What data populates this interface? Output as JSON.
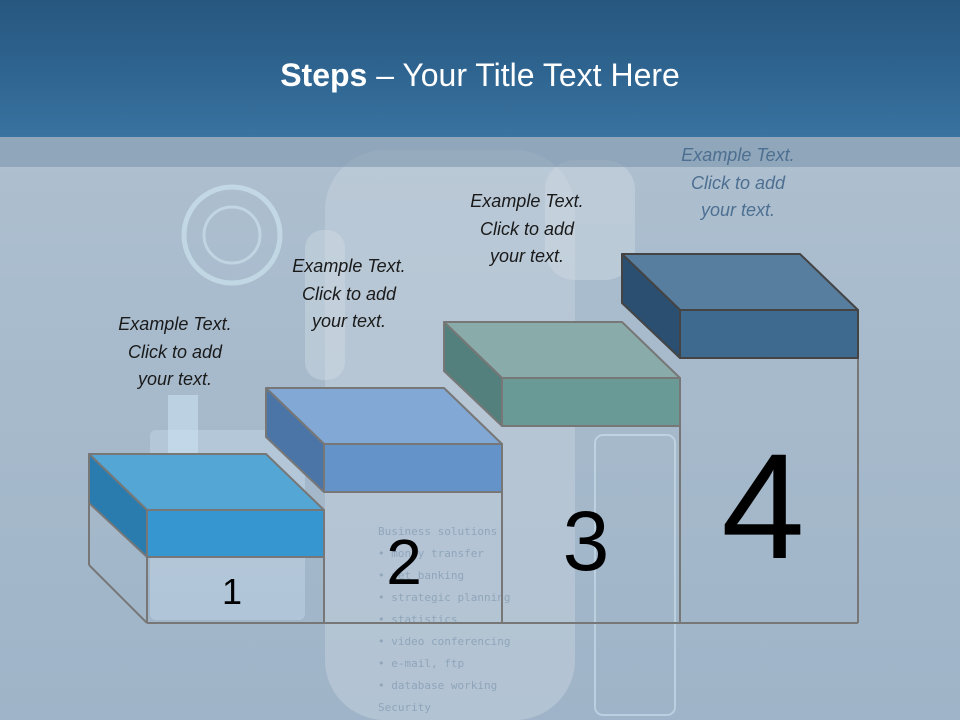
{
  "slide": {
    "title_bold": "Steps",
    "title_rest": " – Your Title Text Here"
  },
  "steps": [
    {
      "number": "1",
      "label_lines": [
        "Example Text.",
        "Click  to add",
        "your text."
      ],
      "colors": {
        "top": "#54a6d4",
        "front": "#3696cf",
        "side": "#2a7cae"
      }
    },
    {
      "number": "2",
      "label_lines": [
        "Example Text.",
        "Click  to add",
        "your text."
      ],
      "colors": {
        "top": "#82a9d6",
        "front": "#6393c8",
        "side": "#4b75a6"
      }
    },
    {
      "number": "3",
      "label_lines": [
        "Example Text.",
        "Click  to add",
        "your text."
      ],
      "colors": {
        "top": "#89acaa",
        "front": "#6a9a96",
        "side": "#53807c"
      }
    },
    {
      "number": "4",
      "label_lines": [
        "Example Text.",
        "Click  to add",
        "your text."
      ],
      "colors": {
        "top": "#577d9f",
        "front": "#3f6a90",
        "side": "#2b4f70"
      }
    }
  ],
  "bg_text": [
    "Business solutions",
    "money transfer",
    "net banking",
    "strategic planning",
    "statistics",
    "video conferencing",
    "e-mail, ftp",
    "database working",
    "Security"
  ],
  "colors": {
    "header": "#2f6591",
    "outline": "#777777",
    "title": "#ffffff"
  }
}
